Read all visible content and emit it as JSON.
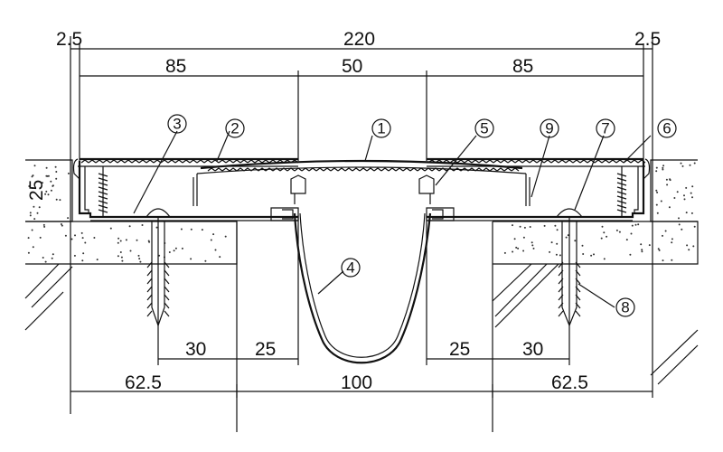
{
  "dimensions": {
    "top_edge_left": "2.5",
    "total_width": "220",
    "top_edge_right": "2.5",
    "left_plate": "85",
    "center_plate": "50",
    "right_plate": "85",
    "height": "25",
    "anchor_left": "30",
    "gap_left": "25",
    "gap_right": "25",
    "anchor_right": "30",
    "side_left": "62.5",
    "joint_gap": "100",
    "side_right": "62.5"
  },
  "callouts": [
    "1",
    "2",
    "3",
    "4",
    "5",
    "6",
    "7",
    "8",
    "9"
  ]
}
